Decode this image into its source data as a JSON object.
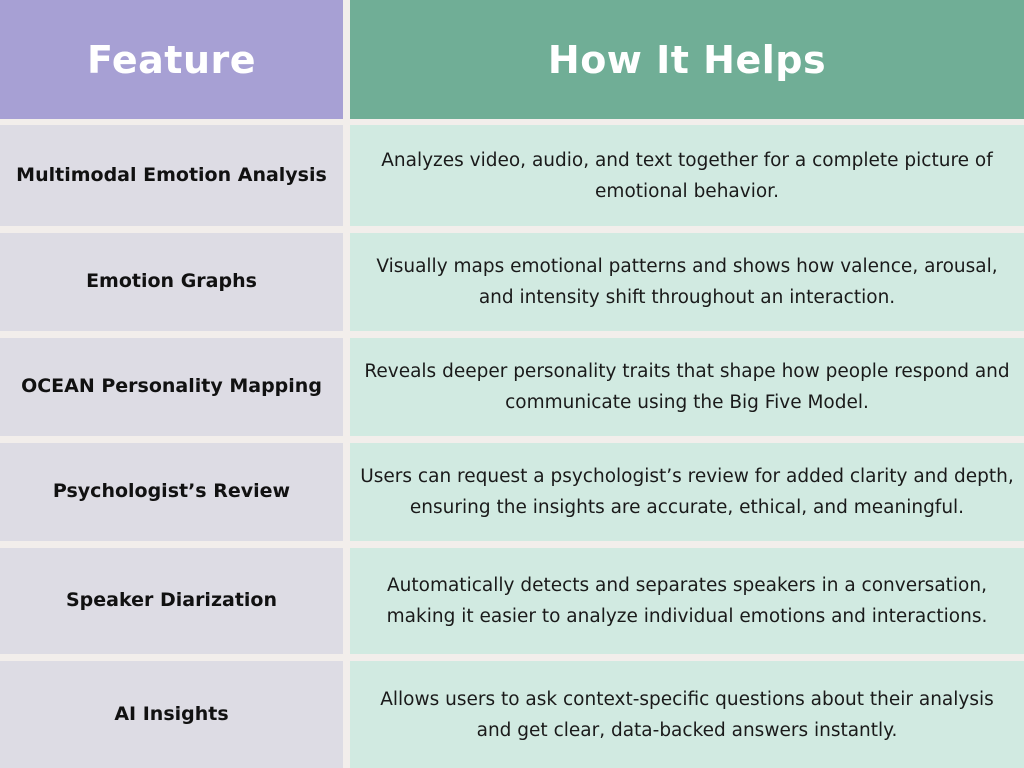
{
  "header": {
    "feature_label": "Feature",
    "helps_label": "How It Helps"
  },
  "rows": [
    {
      "feature": "Multimodal Emotion Analysis",
      "help": "Analyzes video, audio, and text together for a complete picture of emotional behavior."
    },
    {
      "feature": "Emotion Graphs",
      "help": "Visually maps emotional patterns and shows how valence, arousal, and intensity shift throughout an interaction."
    },
    {
      "feature": "OCEAN Personality Mapping",
      "help": "Reveals deeper personality traits that shape how people respond and communicate using the Big Five Model."
    },
    {
      "feature": "Psychologist’s Review",
      "help": "Users can request a psychologist’s review for added clarity and depth, ensuring the insights are accurate, ethical, and meaningful."
    },
    {
      "feature": "Speaker Diarization",
      "help": "Automatically detects and separates speakers in a conversation, making it easier to analyze individual emotions and interactions."
    },
    {
      "feature": "AI Insights",
      "help": "Allows users to ask context-specific questions about their analysis and get clear, data-backed answers instantly."
    }
  ],
  "colors": {
    "feature_header_bg": "#a7a0d4",
    "helps_header_bg": "#70ae96",
    "feature_cell_bg": "#dddce4",
    "helps_cell_bg": "#d1eae1",
    "grid_line": "#f2eeeb"
  }
}
